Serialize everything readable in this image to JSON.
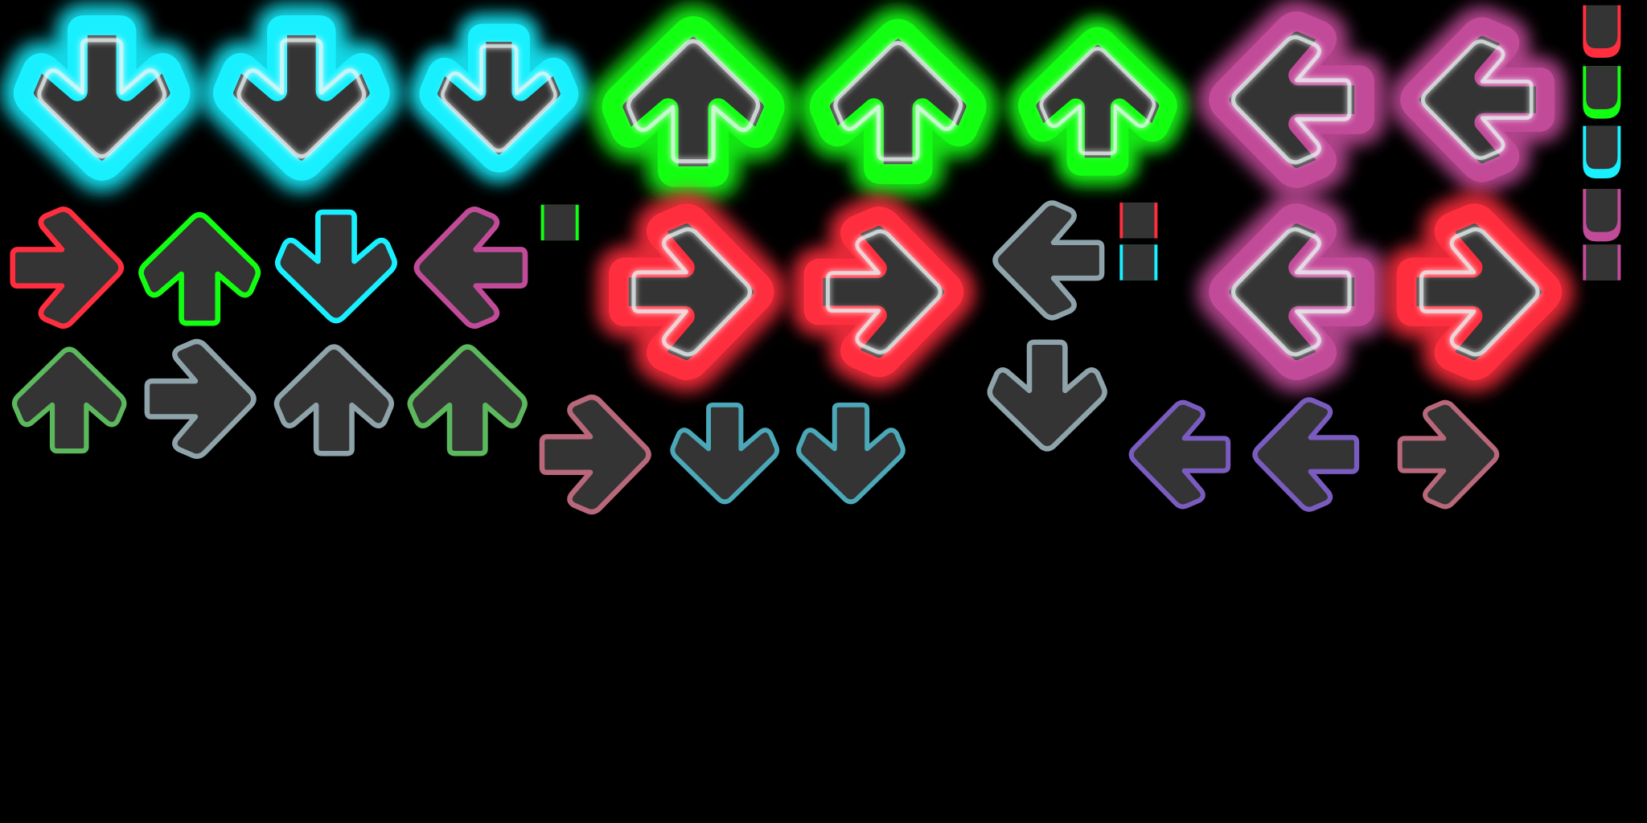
{
  "colors": {
    "background": "#000000",
    "fill": "#343434",
    "cyan": "#19f0ff",
    "green": "#12ff12",
    "purple": "#c24b99",
    "red": "#ff2e3e",
    "gray": "#8fa3ab",
    "soft_green": "#5cb85c",
    "soft_pink": "#b8687a",
    "soft_teal": "#4aa8b8",
    "soft_purple": "#7a5cc0"
  },
  "sprites": [
    {
      "icon": "arrow-down-icon",
      "color": "cyan",
      "glow": true
    },
    {
      "icon": "arrow-down-icon",
      "color": "cyan",
      "glow": true
    },
    {
      "icon": "arrow-down-icon",
      "color": "cyan",
      "glow": true
    },
    {
      "icon": "arrow-up-icon",
      "color": "green",
      "glow": true
    },
    {
      "icon": "arrow-up-icon",
      "color": "green",
      "glow": true
    },
    {
      "icon": "arrow-up-icon",
      "color": "green",
      "glow": true
    },
    {
      "icon": "arrow-left-icon",
      "color": "purple",
      "glow": true
    },
    {
      "icon": "arrow-left-icon",
      "color": "purple",
      "glow": true
    },
    {
      "icon": "arrow-right-icon",
      "color": "red",
      "glow": false
    },
    {
      "icon": "arrow-up-icon",
      "color": "green",
      "glow": false
    },
    {
      "icon": "arrow-down-icon",
      "color": "cyan",
      "glow": false
    },
    {
      "icon": "arrow-left-icon",
      "color": "purple",
      "glow": false
    },
    {
      "icon": "arrow-right-icon",
      "color": "red",
      "glow": true
    },
    {
      "icon": "arrow-right-icon",
      "color": "red",
      "glow": true
    },
    {
      "icon": "arrow-left-icon",
      "color": "gray",
      "glow": false
    },
    {
      "icon": "arrow-left-icon",
      "color": "purple",
      "glow": true
    },
    {
      "icon": "arrow-right-icon",
      "color": "red",
      "glow": true
    },
    {
      "icon": "arrow-up-icon",
      "color": "soft_green",
      "glow": false
    },
    {
      "icon": "arrow-right-icon",
      "color": "gray",
      "glow": false
    },
    {
      "icon": "arrow-up-icon",
      "color": "gray",
      "glow": false
    },
    {
      "icon": "arrow-up-icon",
      "color": "soft_green",
      "glow": false
    },
    {
      "icon": "arrow-right-icon",
      "color": "soft_pink",
      "glow": false
    },
    {
      "icon": "arrow-down-icon",
      "color": "soft_teal",
      "glow": false
    },
    {
      "icon": "arrow-down-icon",
      "color": "soft_teal",
      "glow": false
    },
    {
      "icon": "arrow-down-icon",
      "color": "gray",
      "glow": false
    },
    {
      "icon": "arrow-left-icon",
      "color": "soft_purple",
      "glow": false
    },
    {
      "icon": "arrow-left-icon",
      "color": "soft_purple",
      "glow": false
    },
    {
      "icon": "arrow-right-icon",
      "color": "soft_pink",
      "glow": false
    }
  ],
  "hold_pieces": [
    {
      "icon": "hold-end-icon",
      "color": "red"
    },
    {
      "icon": "hold-end-icon",
      "color": "green"
    },
    {
      "icon": "hold-end-icon",
      "color": "cyan"
    },
    {
      "icon": "hold-end-icon",
      "color": "purple"
    },
    {
      "icon": "hold-piece-icon",
      "color": "purple"
    },
    {
      "icon": "hold-piece-icon",
      "color": "green"
    },
    {
      "icon": "hold-piece-icon",
      "color": "red"
    },
    {
      "icon": "hold-piece-icon",
      "color": "cyan"
    }
  ]
}
